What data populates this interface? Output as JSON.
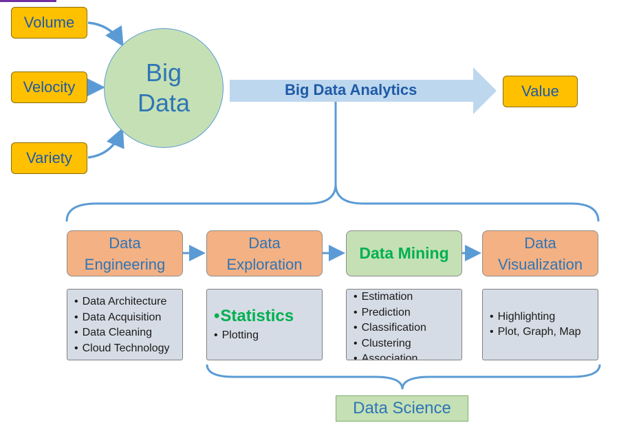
{
  "inputs": [
    "Volume",
    "Velocity",
    "Variety"
  ],
  "center": {
    "line1": "Big",
    "line2": "Data"
  },
  "flow": {
    "label": "Big Data Analytics",
    "output": "Value"
  },
  "stages": [
    {
      "line1": "Data",
      "line2": "Engineering"
    },
    {
      "line1": "Data",
      "line2": "Exploration"
    },
    {
      "line1": "Data Mining"
    },
    {
      "line1": "Data",
      "line2": "Visualization"
    }
  ],
  "details": {
    "engineering": [
      "Data Architecture",
      "Data Acquisition",
      "Data Cleaning",
      "Cloud Technology"
    ],
    "exploration": {
      "highlight": "Statistics",
      "items": [
        "Plotting"
      ]
    },
    "mining": [
      "Estimation",
      "Prediction",
      "Classification",
      "Clustering",
      "Association"
    ],
    "visualization": [
      "Highlighting",
      "Plot, Graph, Map"
    ]
  },
  "footer": "Data Science",
  "colors": {
    "input_box": "#ffc000",
    "circle": "#c5e0b4",
    "stage": "#f4b183",
    "mining": "#c5e0b4",
    "detail": "#d6dce5",
    "connector": "#5b9bd5",
    "big_arrow": "#bdd7ee",
    "text_blue": "#2e75b6",
    "statistics": "#00b050"
  }
}
